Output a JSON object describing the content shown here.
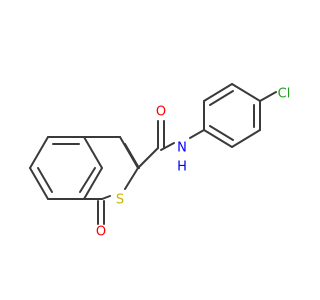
{
  "molecule": {
    "atoms": {
      "oxygen_amide": "O",
      "nitrogen": "N",
      "hydrogen": "H",
      "chlorine": "Cl",
      "sulfur": "S",
      "oxygen_lactone": "O"
    },
    "colors": {
      "bond": "#3a3a3a",
      "oxygen": "#ff0000",
      "nitrogen": "#0000ff",
      "chlorine": "#1fa01f",
      "sulfur": "#c8b400"
    }
  }
}
